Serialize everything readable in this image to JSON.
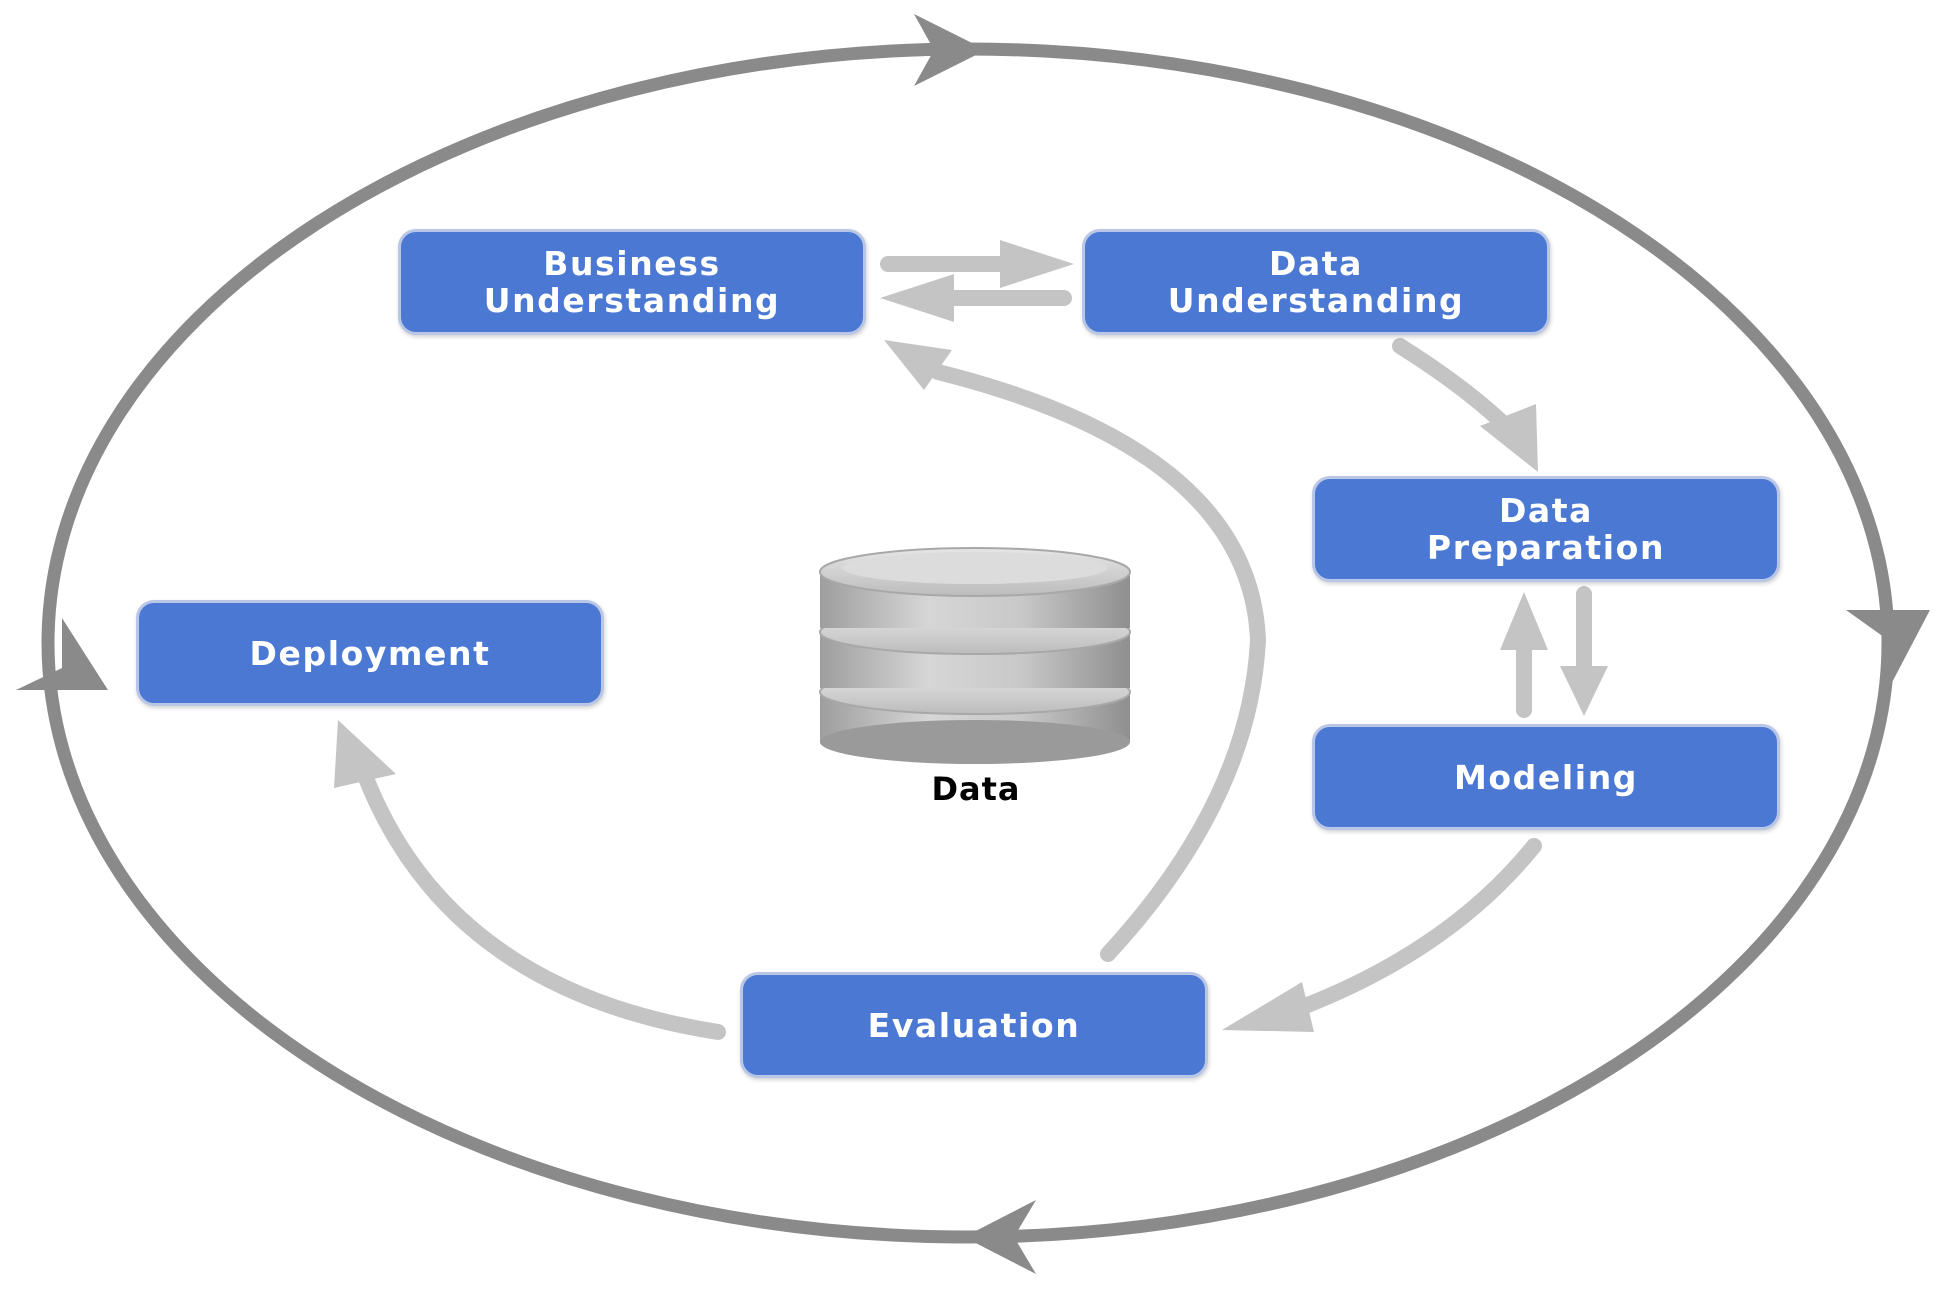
{
  "diagram": {
    "phases": {
      "business_understanding": "Business\nUnderstanding",
      "data_understanding": "Data\nUnderstanding",
      "data_preparation": "Data\nPreparation",
      "modeling": "Modeling",
      "evaluation": "Evaluation",
      "deployment": "Deployment"
    },
    "center_label": "Data"
  },
  "colors": {
    "phase_box": "#4a78d2",
    "phase_border": "#b9c6e6",
    "outer_cycle": "#8a8a8a",
    "inner_arrows": "#c4c4c4",
    "database": "#bdbdbd"
  },
  "icons": {
    "center": "database-icon"
  }
}
